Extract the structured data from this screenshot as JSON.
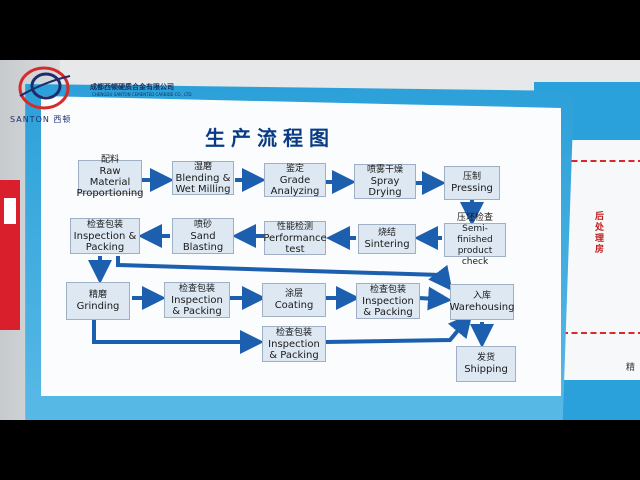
{
  "header": {
    "company_name_zh": "成都西顿硬质合金有限公司",
    "company_name_en": "CHENGDU SANTON CEMENTED CARBIDE CO., LTD.",
    "logo_text": "SANTON 西顿"
  },
  "title": "生产流程图",
  "steps": {
    "raw_material": {
      "zh": "配料",
      "en1": "Raw Material",
      "en2": "Proportioning"
    },
    "blending": {
      "zh": "湿磨",
      "en1": "Blending &",
      "en2": "Wet Milling"
    },
    "grade": {
      "zh": "鉴定",
      "en1": "Grade",
      "en2": "Analyzing"
    },
    "spray": {
      "zh": "喷雾干燥",
      "en1": "Spray",
      "en2": "Drying"
    },
    "pressing": {
      "zh": "压制",
      "en1": "Pressing",
      "en2": ""
    },
    "semi": {
      "zh": "压坯检查",
      "en1": "Semi-finished",
      "en2": "product check"
    },
    "sintering": {
      "zh": "烧结",
      "en1": "Sintering",
      "en2": ""
    },
    "performance": {
      "zh": "性能检测",
      "en1": "Performance",
      "en2": "test"
    },
    "sand": {
      "zh": "喷砂",
      "en1": "Sand",
      "en2": "Blasting"
    },
    "inspect1": {
      "zh": "检查包装",
      "en1": "Inspection &",
      "en2": "Packing"
    },
    "grinding": {
      "zh": "精磨",
      "en1": "Grinding",
      "en2": ""
    },
    "inspect2": {
      "zh": "检查包装",
      "en1": "Inspection",
      "en2": "& Packing"
    },
    "coating": {
      "zh": "涂层",
      "en1": "Coating",
      "en2": ""
    },
    "inspect3": {
      "zh": "检查包装",
      "en1": "Inspection",
      "en2": "& Packing"
    },
    "warehousing": {
      "zh": "入库",
      "en1": "Warehousing",
      "en2": ""
    },
    "inspect4": {
      "zh": "检查包装",
      "en1": "Inspection",
      "en2": "& Packing"
    },
    "shipping": {
      "zh": "发货",
      "en1": "Shipping",
      "en2": ""
    }
  },
  "side_poster": {
    "label_zh": "后处理房",
    "label2_zh": "精"
  },
  "colors": {
    "poster_blue": "#2a9fd8",
    "box_fill": "#dde8f3",
    "arrow": "#1b5fae",
    "title": "#0a3c86"
  }
}
